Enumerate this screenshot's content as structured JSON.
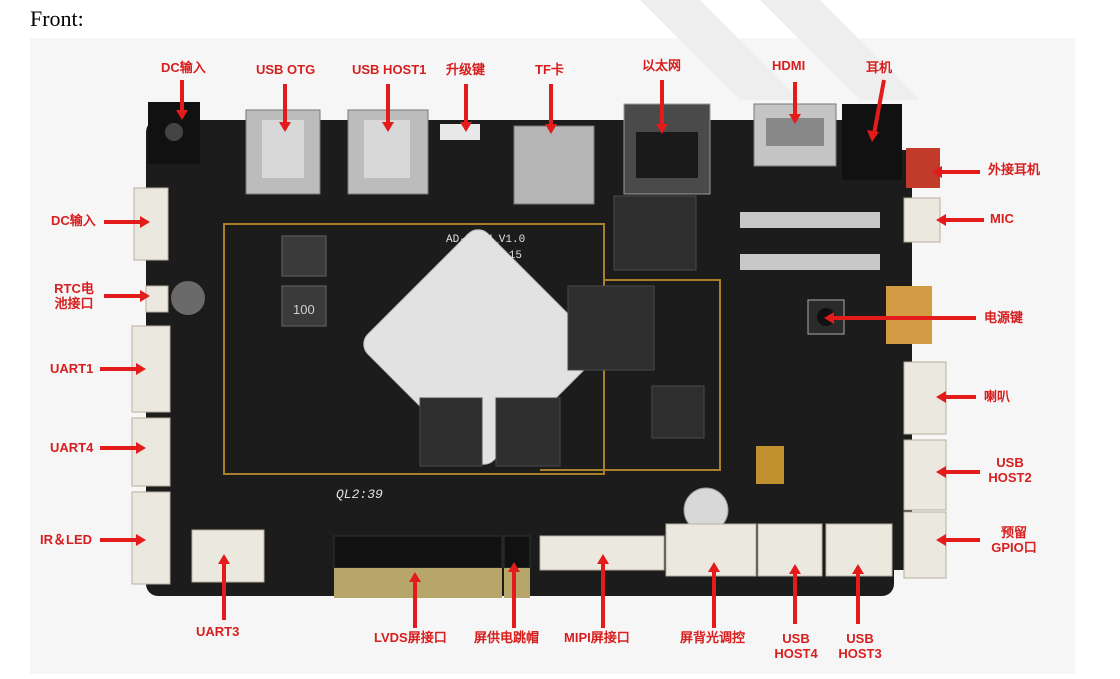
{
  "heading": "Front:",
  "board": {
    "silkscreen_model": "AD-Z33M_V1.0",
    "silkscreen_date": "2020.09.15",
    "silkscreen_mark": "QL2:39",
    "inductor_marking": "100"
  },
  "callouts": {
    "dc_in_top": "DC输入",
    "usb_otg": "USB OTG",
    "usb_host1": "USB HOST1",
    "upgrade_key": "升级键",
    "tf_card": "TF卡",
    "ethernet": "以太网",
    "hdmi": "HDMI",
    "earphone": "耳机",
    "ext_earphone": "外接耳机",
    "mic": "MIC",
    "dc_in_left": "DC输入",
    "rtc_battery_1": "RTC电",
    "rtc_battery_2": "池接口",
    "uart1": "UART1",
    "power_key": "电源键",
    "speaker": "喇叭",
    "uart4": "UART4",
    "usb_host2_1": "USB",
    "usb_host2_2": "HOST2",
    "ir_led": "IR＆LED",
    "reserved_gpio_1": "预留",
    "reserved_gpio_2": "GPIO口",
    "uart3": "UART3",
    "lvds": "LVDS屏接口",
    "screen_power_jumper": "屏供电跳帽",
    "mipi": "MIPI屏接口",
    "backlight": "屏背光调控",
    "usb_host4_1": "USB",
    "usb_host4_2": "HOST4",
    "usb_host3_1": "USB",
    "usb_host3_2": "HOST3"
  },
  "colors": {
    "callout": "#d81e1e",
    "pcb": "#1c1c1c",
    "connector": "#ebe8e0"
  }
}
